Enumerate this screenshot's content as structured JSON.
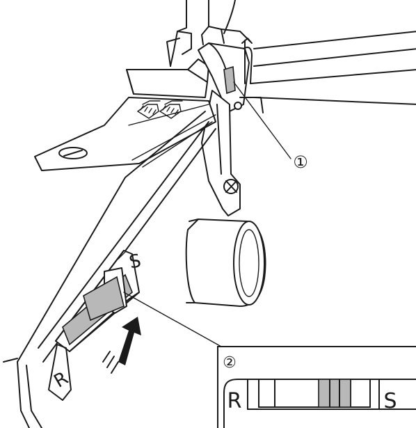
{
  "callouts": {
    "one": "①",
    "two": "②"
  },
  "machine_marks": {
    "left": "R",
    "right": "S"
  },
  "inset": {
    "left": "R",
    "right": "S"
  },
  "colors": {
    "line": "#1a1a1a",
    "shade": "#b8b8b8",
    "background": "#ffffff"
  }
}
